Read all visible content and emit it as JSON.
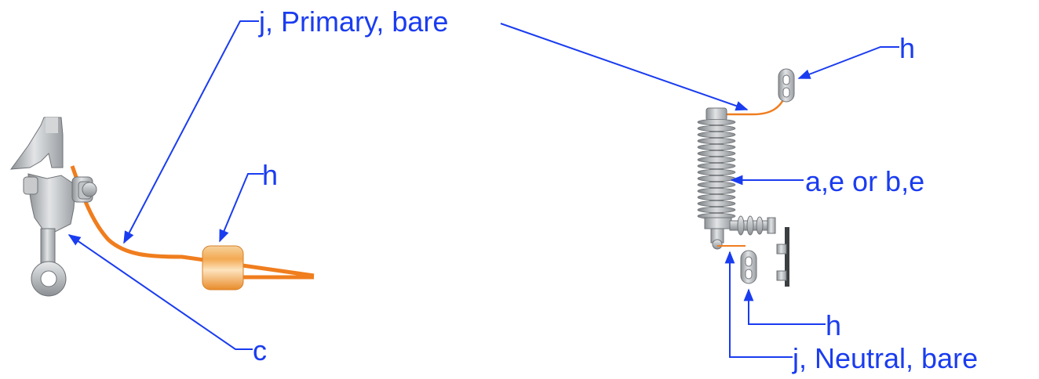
{
  "labels": {
    "primary": "j, Primary, bare",
    "h_top": "h",
    "h_mid": "h",
    "arrester": "a,e or b,e",
    "h_bottom": "h",
    "neutral": "j, Neutral, bare",
    "c": "c"
  },
  "colors": {
    "callout": "#1a3cf0",
    "conductor": "#f07d1e",
    "metal": "#b0b4b8"
  }
}
